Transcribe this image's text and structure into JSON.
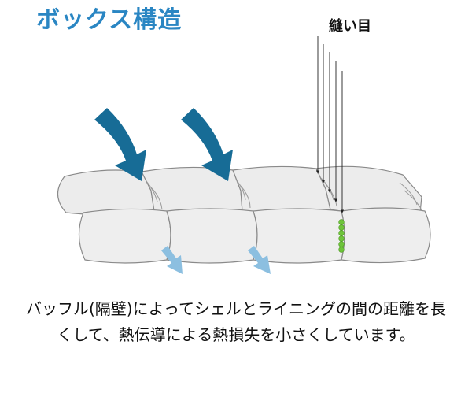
{
  "title": "ボックス構造",
  "diagram": {
    "seam_label": "縫い目"
  },
  "caption": "バッフル(隔壁)によってシェルとライニングの間の距離を長くして、熱伝導による熱損失を小さくしています。",
  "colors": {
    "title": "#2a86c3",
    "arrow_dark": "#176c96",
    "arrow_light": "#8cbfe0",
    "seam_green": "#6ec43a",
    "box_fill": "#ececec",
    "box_stroke": "#8a8a8a"
  }
}
